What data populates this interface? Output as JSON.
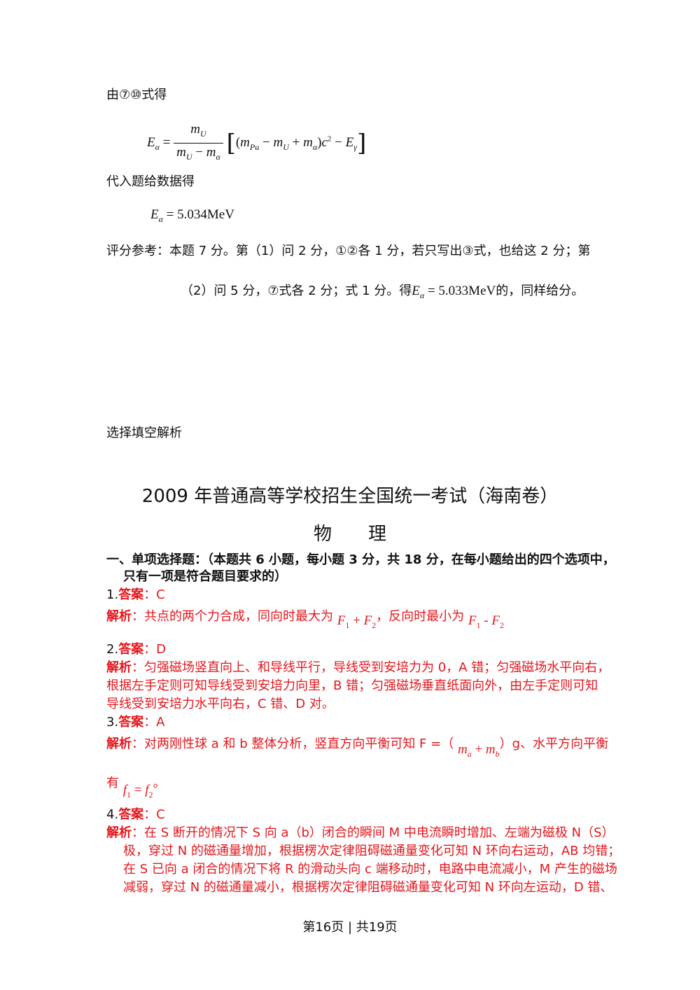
{
  "solution": {
    "from_eq": "由⑦⑩式得",
    "substitute": "代入题给数据得",
    "result_value": "= 5.034MeV",
    "scoring_line1": "评分参考：本题 7 分。第（1）问 2 分，①②各 1 分，若只写出③式，也给这 2 分；第",
    "scoring_line2a": "（2）问 5 分，⑦式各 2 分；式 1 分。得",
    "scoring_value": "= 5.033MeV",
    "scoring_line2b": "的，同样给分。"
  },
  "section_label": "选择填空解析",
  "exam": {
    "title": "2009 年普通高等学校招生全国统一考试（海南卷）",
    "subject": "物　　理"
  },
  "part1": {
    "heading1": "一、单项选择题：（本题共 6 小题，每小题 3 分，共 18 分，在每小题给出的四个选项中，",
    "heading2": "只有一项是符合题目要求的）"
  },
  "labels": {
    "answer": "答案",
    "analysis": "解析"
  },
  "questions": [
    {
      "num": "1.",
      "answer": "：C",
      "a1": "：共点的两个力合成，同向时最大为",
      "a2": "，反向时最小为"
    },
    {
      "num": "2.",
      "answer": "：D",
      "l1": "：匀强磁场竖直向上、和导线平行，导线受到安培力为 0，A 错；匀强磁场水平向右，",
      "l2": "根据左手定则可知导线受到安培力向里，B 错；匀强磁场垂直纸面向外，由左手定则可知",
      "l3": "导线受到安培力水平向右，C 错、D 对。"
    },
    {
      "num": "3.",
      "answer": "：A",
      "l1": "：对两刚性球 a 和 b 整体分析，竖直方向平衡可知 F =（",
      "l1b": "）g、水平方向平衡",
      "l2": "有",
      "l2end": "。"
    },
    {
      "num": "4.",
      "answer": "：C",
      "l1": "：在 S 断开的情况下 S 向 a（b）闭合的瞬间 M 中电流瞬时增加、左端为磁极 N（S）",
      "l2": "极，穿过 N 的磁通量增加，根据楞次定律阻碍磁通量变化可知 N 环向右运动，AB 均错；",
      "l3": "在 S 已向 a 闭合的情况下将 R 的滑动头向 c 端移动时，电路中电流减小，M 产生的磁场",
      "l4": "减弱，穿过 N 的磁通量减小，根据楞次定律阻碍磁通量变化可知 N 环向左运动，D 错、"
    }
  ],
  "footer": "第16页 | 共19页"
}
